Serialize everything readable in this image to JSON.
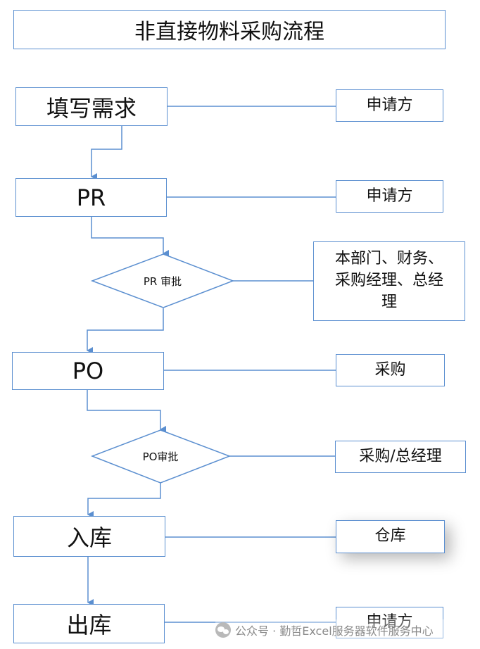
{
  "title": "非直接物料采购流程",
  "steps": {
    "fill_requirement": "填写需求",
    "pr": "PR",
    "pr_approval": "PR 审批",
    "po": "PO",
    "po_approval": "PO审批",
    "warehouse_in": "入库",
    "warehouse_out": "出库"
  },
  "roles": {
    "applicant_1": "申请方",
    "applicant_2": "申请方",
    "pr_approvers_line1": "本部门、财务、",
    "pr_approvers_line2": "采购经理、总经",
    "pr_approvers_line3": "理",
    "purchasing": "采购",
    "po_approvers": "采购/总经理",
    "warehouse": "仓库",
    "applicant_3": "申请方"
  },
  "watermark": "公众号 · 勤哲Excel服务器软件服务中心",
  "colors": {
    "line": "#5b8fd0"
  }
}
